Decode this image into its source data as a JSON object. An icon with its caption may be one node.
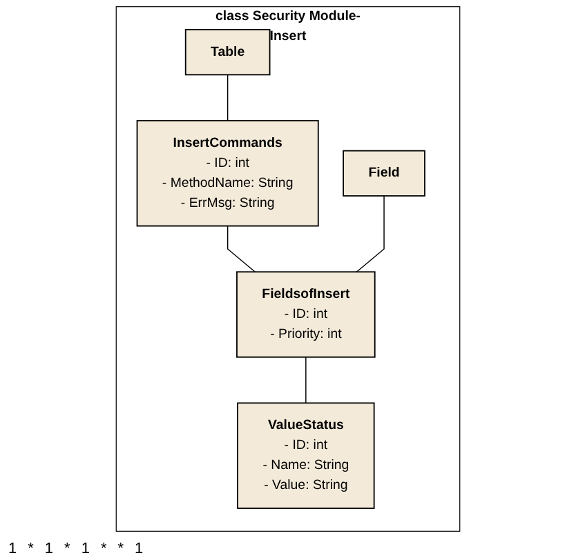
{
  "diagram": {
    "nodes": [
      {
        "text": [
          "class Security Module-Insert"
        ]
      },
      {
        "text": [
          "Table"
        ],
        "in": 0
      },
      {
        "text": [
          "InsertCommands",
          "-  ID: int",
          "-  MethodName: String",
          "-  ErrMsg: String"
        ],
        "in": 0
      },
      {
        "text": [
          "Field"
        ],
        "in": 0
      },
      {
        "text": [
          "FieldsofInsert",
          "-  ID: int",
          "-  Priority: int"
        ],
        "in": 0
      },
      {
        "text": [
          "ValueStatus",
          "-  ID: int",
          "-  Name: String",
          "-  Value: String"
        ],
        "in": 0
      }
    ],
    "edges": [
      {
        "from": 1,
        "to": 2,
        "arrow": "none"
      },
      {
        "from": 2,
        "to": 4,
        "arrow": "none"
      },
      {
        "from": 3,
        "to": 4,
        "arrow": "none"
      },
      {
        "from": 4,
        "to": 5,
        "arrow": "none"
      }
    ],
    "labels": [
      "1",
      "*",
      "1",
      "*",
      "1",
      "*",
      "*",
      "1"
    ]
  }
}
